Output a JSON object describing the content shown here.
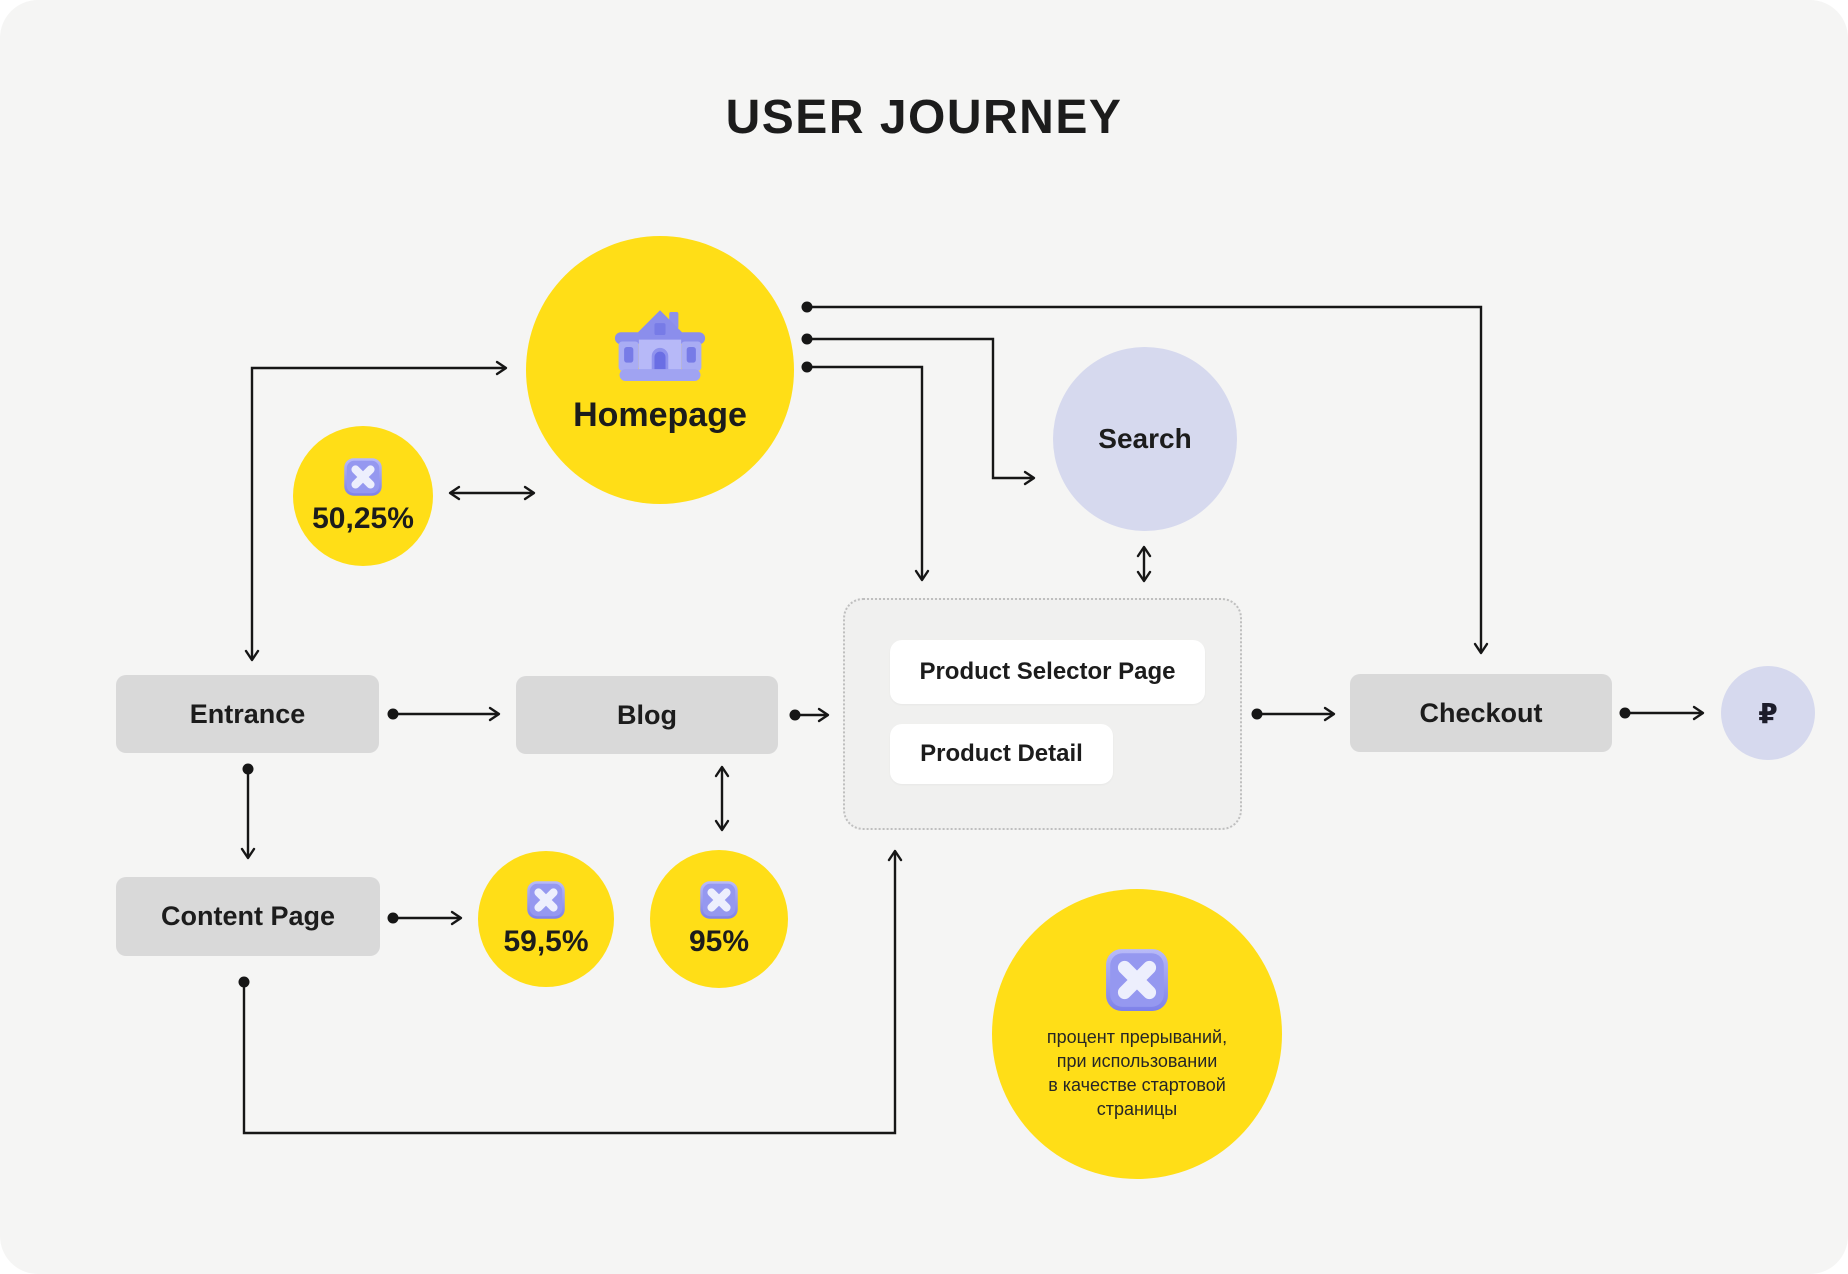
{
  "title": "USER JOURNEY",
  "colors": {
    "page-bg": "#FFFFFF",
    "panel-bg": "#F5F5F4",
    "yellow": "#FFDE17",
    "lavender": "#D6D9EE",
    "gray-node": "#D9D9D9",
    "white-node": "#FFFFFF",
    "group-bg": "#F0F0EF",
    "group-border": "#BFBFBF",
    "line": "#161616",
    "text": "#1C1C1C",
    "icon-purple": "#8F92EE",
    "icon-purple-dark": "#777BE7",
    "icon-purple-light": "#B7B9F8"
  },
  "nodes": {
    "homepage": {
      "label": "Homepage",
      "icon": "house-icon"
    },
    "search": {
      "label": "Search"
    },
    "entrance": {
      "label": "Entrance"
    },
    "blog": {
      "label": "Blog"
    },
    "content_page": {
      "label": "Content Page"
    },
    "checkout": {
      "label": "Checkout"
    },
    "product_group": {
      "selector": {
        "label": "Product Selector Page"
      },
      "detail": {
        "label": "Product Detail"
      }
    },
    "payment": {
      "symbol": "₽",
      "icon": "ruble-currency-circle"
    }
  },
  "stats": {
    "homepage_abandon": {
      "value": "50,25%",
      "icon": "cross-icon"
    },
    "content_abandon": {
      "value": "59,5%",
      "icon": "cross-icon"
    },
    "blog_abandon": {
      "value": "95%",
      "icon": "cross-icon"
    }
  },
  "legend": {
    "icon": "cross-icon",
    "lines": [
      "процент прерываний,",
      "при использовании",
      "в качестве стартовой",
      "страницы"
    ]
  }
}
